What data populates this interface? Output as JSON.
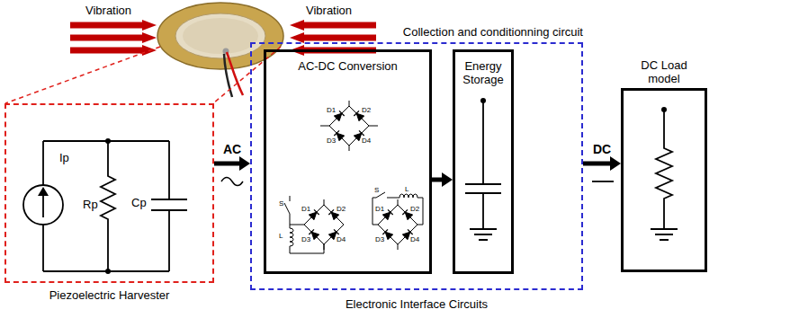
{
  "diagram": {
    "nodes": [
      {
        "text": [
          "Piezoelectric Harvester"
        ]
      },
      {
        "text": [
          "Collection and conditionning circuit",
          "Electronic Interface Circuits"
        ]
      },
      {
        "text": [
          "AC-DC Conversion"
        ],
        "in": 1
      },
      {
        "text": [
          "Energy Storage"
        ],
        "in": 1
      },
      {
        "text": [
          "DC Load model"
        ]
      }
    ],
    "edges": [
      {
        "from": 0,
        "to": 1,
        "label": "AC",
        "arrow": "to"
      },
      {
        "from": 2,
        "to": 3,
        "arrow": "to"
      },
      {
        "from": 1,
        "to": 4,
        "label": "DC",
        "arrow": "to"
      }
    ],
    "labels": [
      "Vibration",
      "Vibration",
      "Ip",
      "Rp",
      "Cp",
      "D1",
      "D2",
      "D3",
      "D4",
      "S",
      "L",
      "D1",
      "D2",
      "D3",
      "D4",
      "S",
      "L",
      "D1",
      "D2",
      "D3",
      "D4"
    ]
  }
}
